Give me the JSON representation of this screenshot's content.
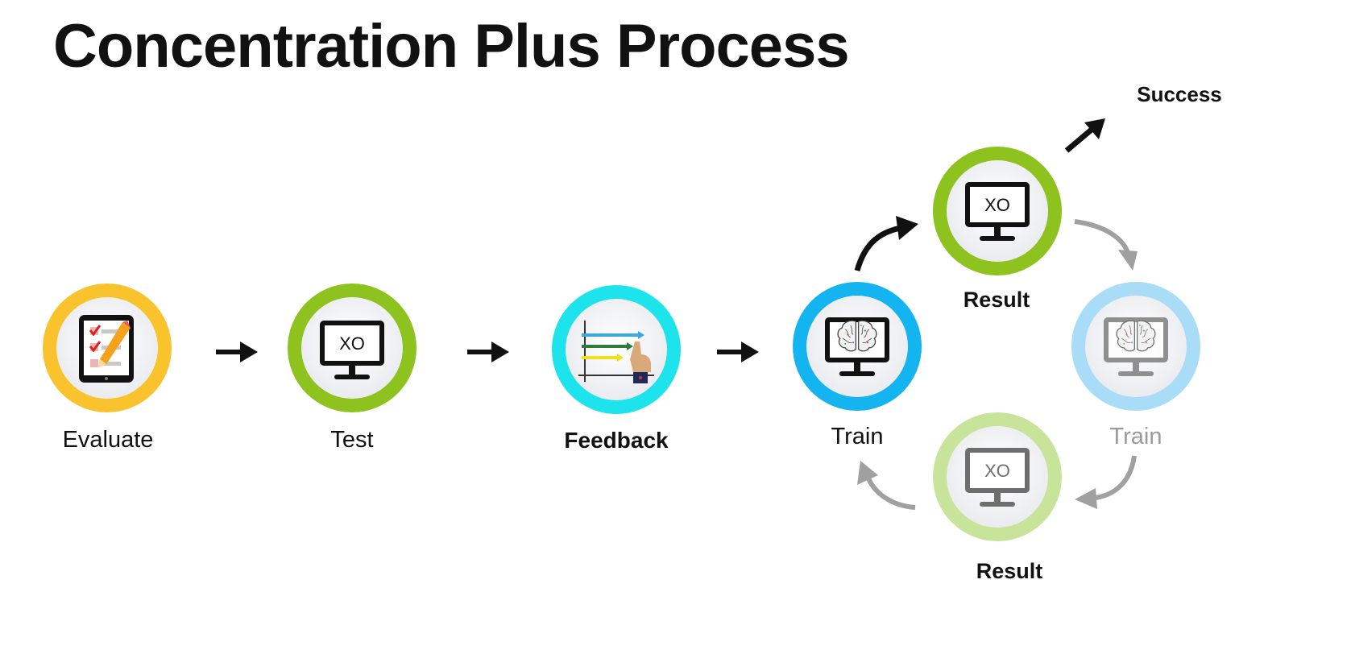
{
  "title": "Concentration Plus Process",
  "steps": {
    "evaluate": "Evaluate",
    "test": "Test",
    "feedback": "Feedback",
    "train_active": "Train",
    "result_top": "Result",
    "train_faded": "Train",
    "result_bottom": "Result",
    "success": "Success"
  },
  "screen_text": {
    "test": "XO",
    "result_top": "XO",
    "result_bottom": "XO"
  },
  "colors": {
    "evaluate_ring": "#f8c32c",
    "test_ring": "#8dc21f",
    "feedback_ring": "#1ce3ec",
    "train_ring": "#14b4f0",
    "result_top_ring": "#8dc21f",
    "train_faded_ring": "#a9dcf7",
    "result_bottom_ring": "#c8e39a",
    "arrow": "#111111",
    "arrow_faded": "#a0a0a0"
  },
  "icons": {
    "evaluate": "tablet-checklist-icon",
    "test": "monitor-xo-icon",
    "feedback": "chart-hand-icon",
    "train": "monitor-brain-icon"
  }
}
